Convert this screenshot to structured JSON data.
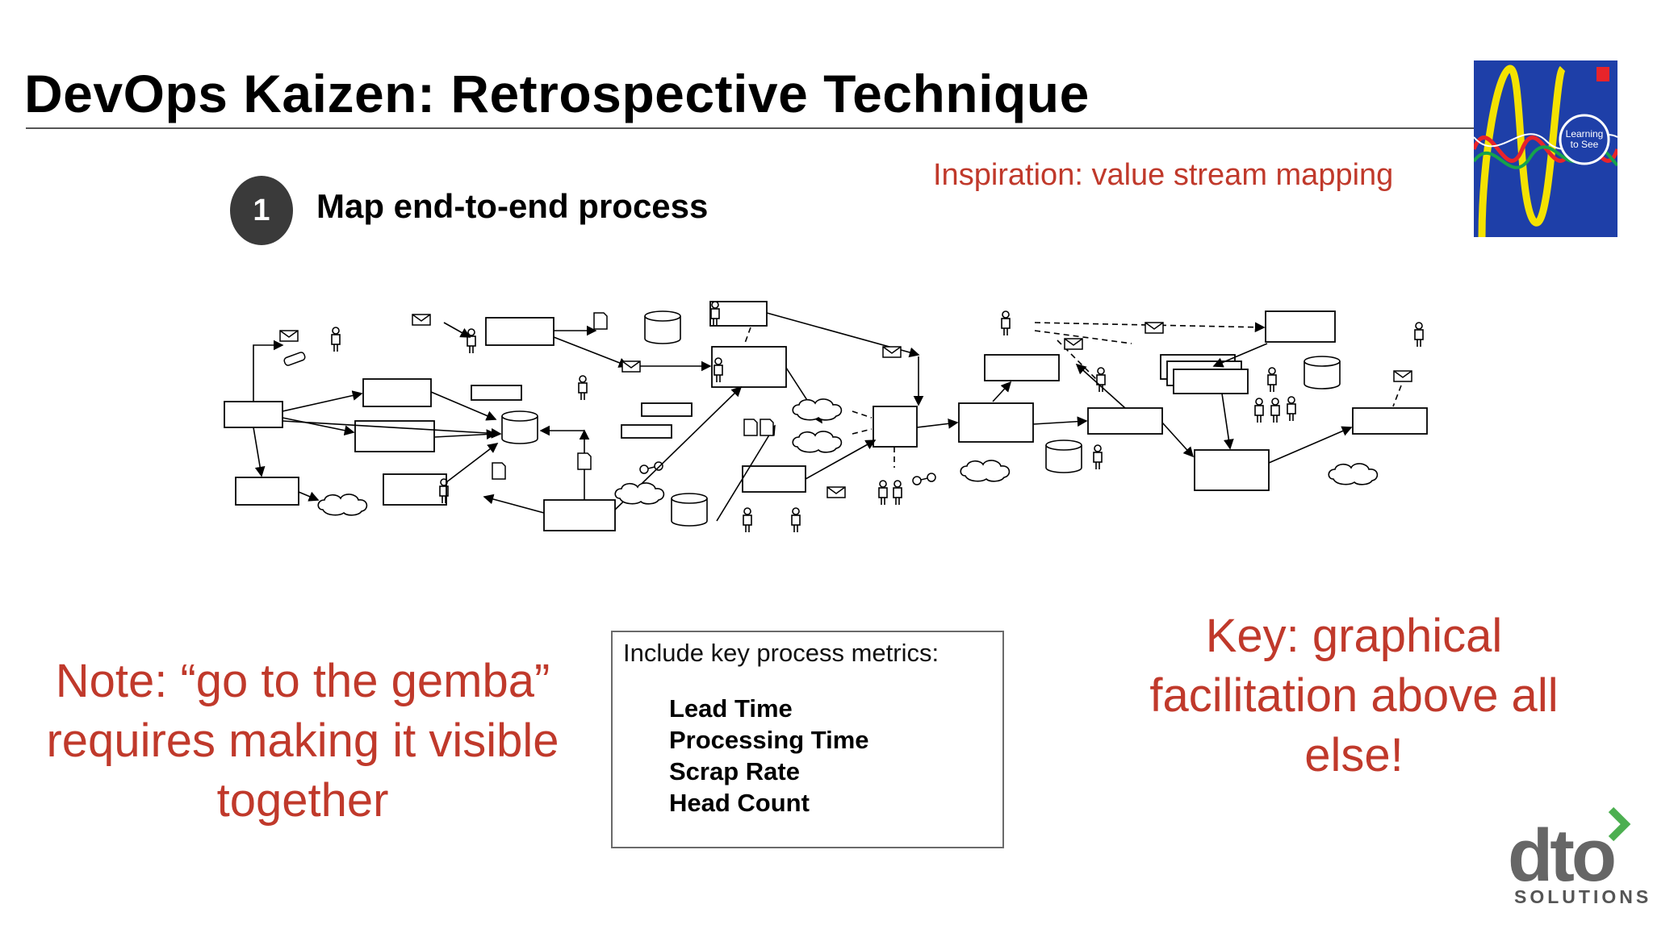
{
  "slide": {
    "title": "DevOps Kaizen:  Retrospective Technique",
    "step": {
      "number": "1",
      "label": "Map end-to-end process"
    },
    "inspiration": "Inspiration: value stream mapping",
    "book_cover": {
      "title": "Learning to See",
      "colors": [
        "#1e3fa8",
        "#f4e200",
        "#e8242a",
        "#16a34a",
        "#ffffff"
      ]
    },
    "note": "Note: “go to the gemba” requires making it visible together",
    "metrics": {
      "heading": "Include key process metrics:",
      "items": [
        "Lead Time",
        "Processing Time",
        "Scrap Rate",
        "Head Count"
      ]
    },
    "key": "Key: graphical facilitation above all else!",
    "logo": {
      "text": "dto",
      "subtitle": "SOLUTIONS"
    },
    "accent_color": "#c0392b",
    "diagram_icons": [
      "box",
      "person-icon",
      "envelope-icon",
      "database-icon",
      "cloud-icon",
      "document-icon",
      "glasses-icon",
      "phone-icon"
    ]
  }
}
